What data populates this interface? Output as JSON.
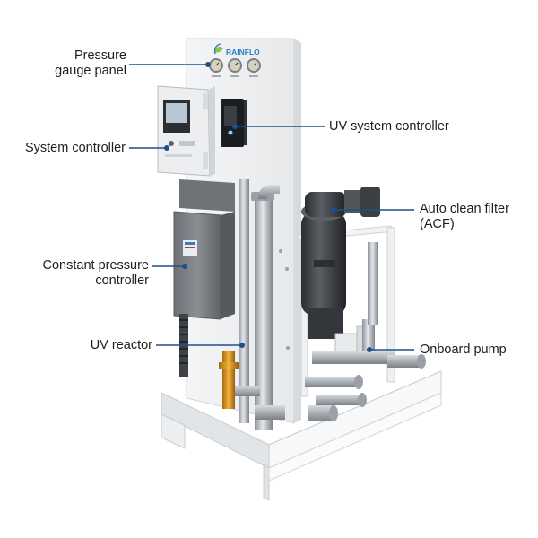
{
  "brand": {
    "logo_text": "RAINFLO",
    "colors": {
      "leaf_green": "#8cc63f",
      "leaf_blue": "#2e7fc1"
    }
  },
  "accent_color": "#1f4e8c",
  "callouts": [
    {
      "id": "pressure-gauge-panel",
      "text": "Pressure\ngauge panel"
    },
    {
      "id": "uv-system-controller",
      "text": "UV system controller"
    },
    {
      "id": "system-controller",
      "text": "System controller"
    },
    {
      "id": "auto-clean-filter",
      "text": "Auto clean filter\n(ACF)"
    },
    {
      "id": "constant-pressure-controller",
      "text": "Constant pressure\ncontroller"
    },
    {
      "id": "uv-reactor",
      "text": "UV reactor"
    },
    {
      "id": "onboard-pump",
      "text": "Onboard pump"
    }
  ]
}
